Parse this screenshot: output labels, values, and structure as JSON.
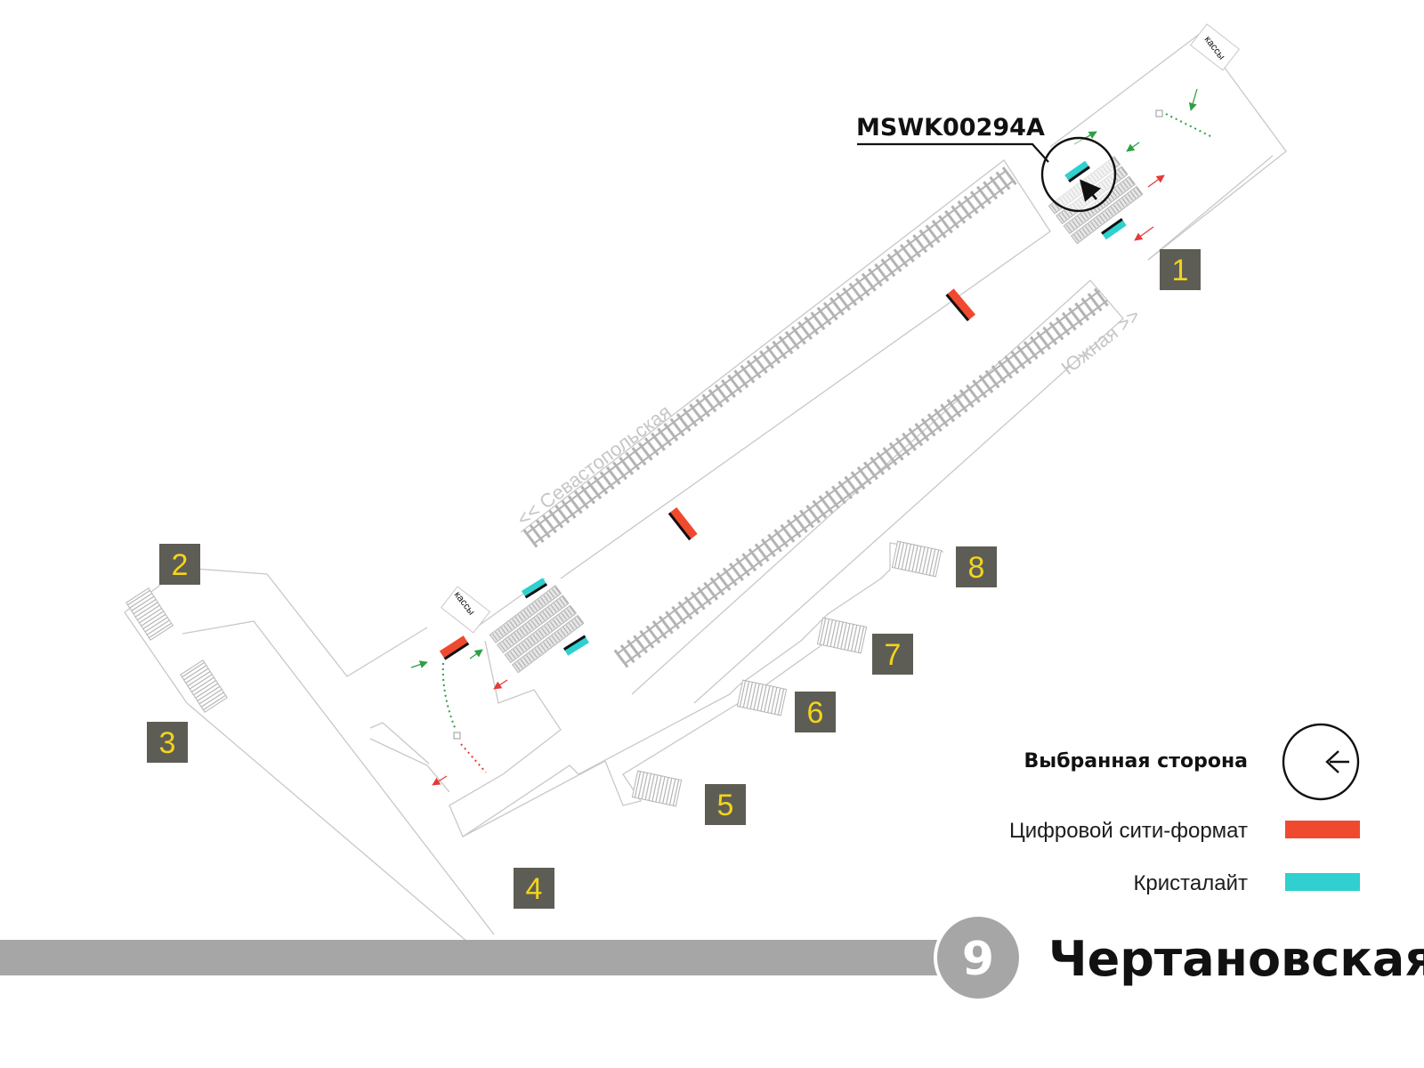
{
  "map": {
    "station_name": "Чертановская",
    "line_number": "9",
    "line_color": "#a6a6a6",
    "direction_left": "<< Севастопольская",
    "direction_right": "Южная >>",
    "kassa_label": "кассы",
    "selected_code": "MSWK00294A",
    "exits": [
      "1",
      "2",
      "3",
      "4",
      "5",
      "6",
      "7",
      "8"
    ]
  },
  "legend": {
    "selected_side": "Выбранная сторона",
    "selected_icon": "arrow-left-in-circle-icon",
    "items": [
      {
        "label": "Цифровой сити-формат",
        "color": "#ef4a2f"
      },
      {
        "label": "Кристалайт",
        "color": "#2fd0cf"
      }
    ]
  }
}
